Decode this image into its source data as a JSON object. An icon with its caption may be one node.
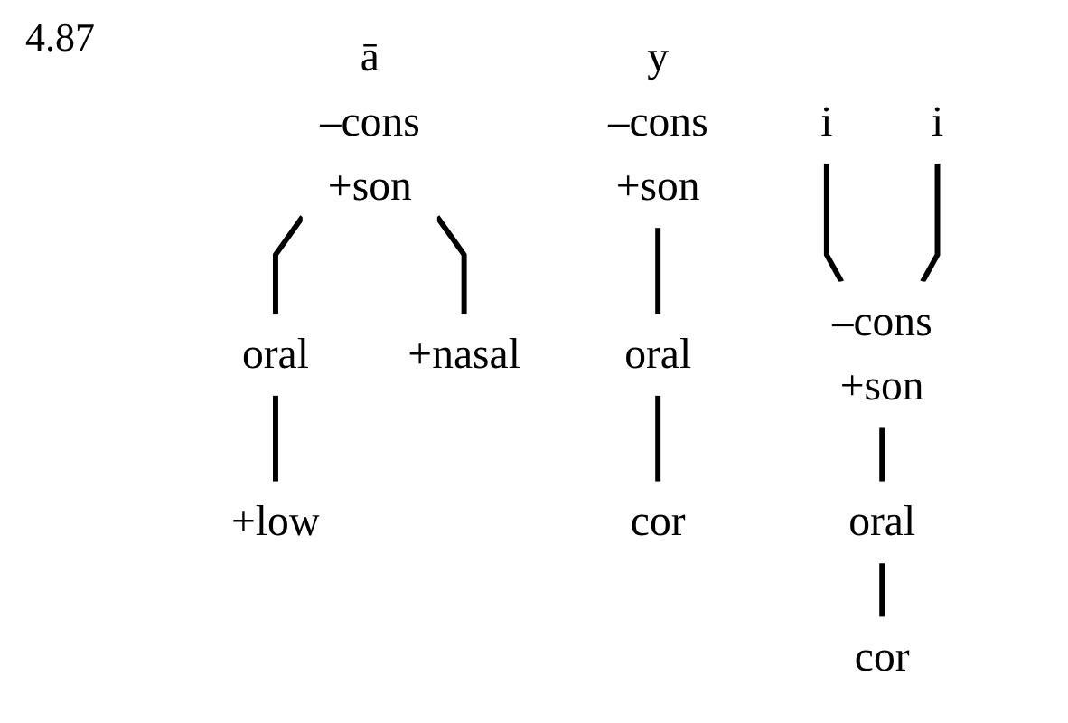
{
  "diagram": {
    "nodes": [
      {
        "text": [
          "ā",
          "–cons",
          "+son"
        ]
      },
      {
        "text": [
          "oral"
        ]
      },
      {
        "text": [
          "+low"
        ]
      },
      {
        "text": [
          "+nasal"
        ]
      },
      {
        "text": [
          "y",
          "–cons",
          "+son"
        ]
      },
      {
        "text": [
          "oral"
        ]
      },
      {
        "text": [
          "cor"
        ]
      },
      {
        "text": [
          "i"
        ]
      },
      {
        "text": [
          "i"
        ]
      },
      {
        "text": [
          "–cons",
          "+son"
        ]
      },
      {
        "text": [
          "oral"
        ]
      },
      {
        "text": [
          "cor"
        ]
      }
    ],
    "edges": [
      {
        "from": 0,
        "to": 1,
        "arrow": "none"
      },
      {
        "from": 1,
        "to": 2,
        "arrow": "none"
      },
      {
        "from": 0,
        "to": 3,
        "arrow": "none"
      },
      {
        "from": 4,
        "to": 5,
        "arrow": "none"
      },
      {
        "from": 5,
        "to": 6,
        "arrow": "none"
      },
      {
        "from": 7,
        "to": 9,
        "arrow": "none"
      },
      {
        "from": 8,
        "to": 9,
        "arrow": "none"
      },
      {
        "from": 9,
        "to": 10,
        "arrow": "none"
      },
      {
        "from": 10,
        "to": 11,
        "arrow": "none"
      }
    ],
    "labels": [
      "4.87"
    ]
  }
}
